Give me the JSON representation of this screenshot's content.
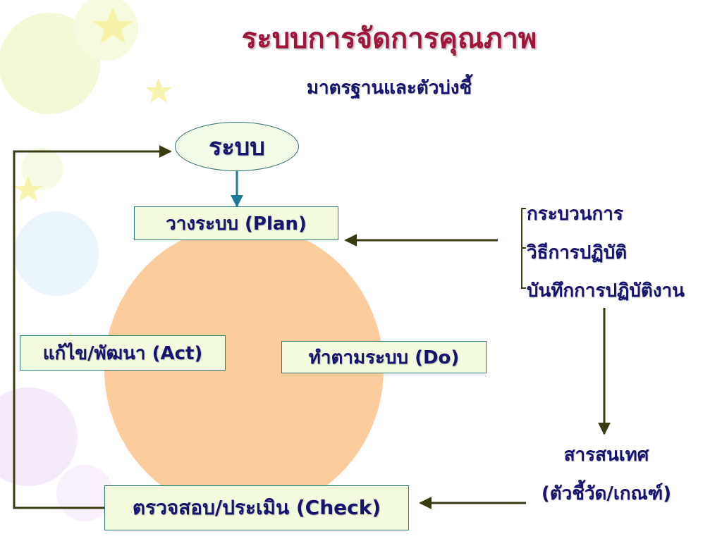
{
  "title": "ระบบการจัดการคุณภาพ",
  "subtitle": "มาตรฐานและตัวบ่งชี้",
  "diagram": {
    "system": "ระบบ",
    "plan": "วางระบบ (Plan)",
    "do": "ทำตามระบบ (Do)",
    "check": "ตรวจสอบ/ประเมิน (Check)",
    "act": "แก้ไข/พัฒนา (Act)",
    "inputs": [
      "กระบวนการ",
      "วิธีการปฏิบัติ",
      "บันทึกการปฏิบัติงาน"
    ],
    "information": [
      "สารสนเทศ",
      "(ตัวชี้วัด/เกณฑ์)"
    ]
  },
  "colors": {
    "title": "#a0153a",
    "text": "#14146e",
    "ellipse_fill": "#fccc9c",
    "box_fill": "#f3fbdf",
    "box_border": "#2a7a7a",
    "arrow_dark": "#3a3a10",
    "arrow_teal": "#1f7a9a"
  }
}
